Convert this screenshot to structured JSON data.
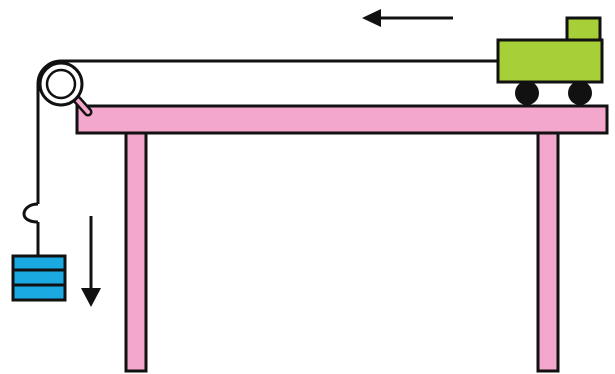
{
  "figure": {
    "description_free": true,
    "colors": {
      "table": "#f4a7cc",
      "truck": "#a6cf38",
      "weight": "#1ba9e1",
      "outline": "#111111",
      "background": "#ffffff"
    },
    "arrows": [
      {
        "name": "truck-motion-arrow",
        "direction": "left"
      },
      {
        "name": "weight-motion-arrow",
        "direction": "down"
      }
    ]
  }
}
